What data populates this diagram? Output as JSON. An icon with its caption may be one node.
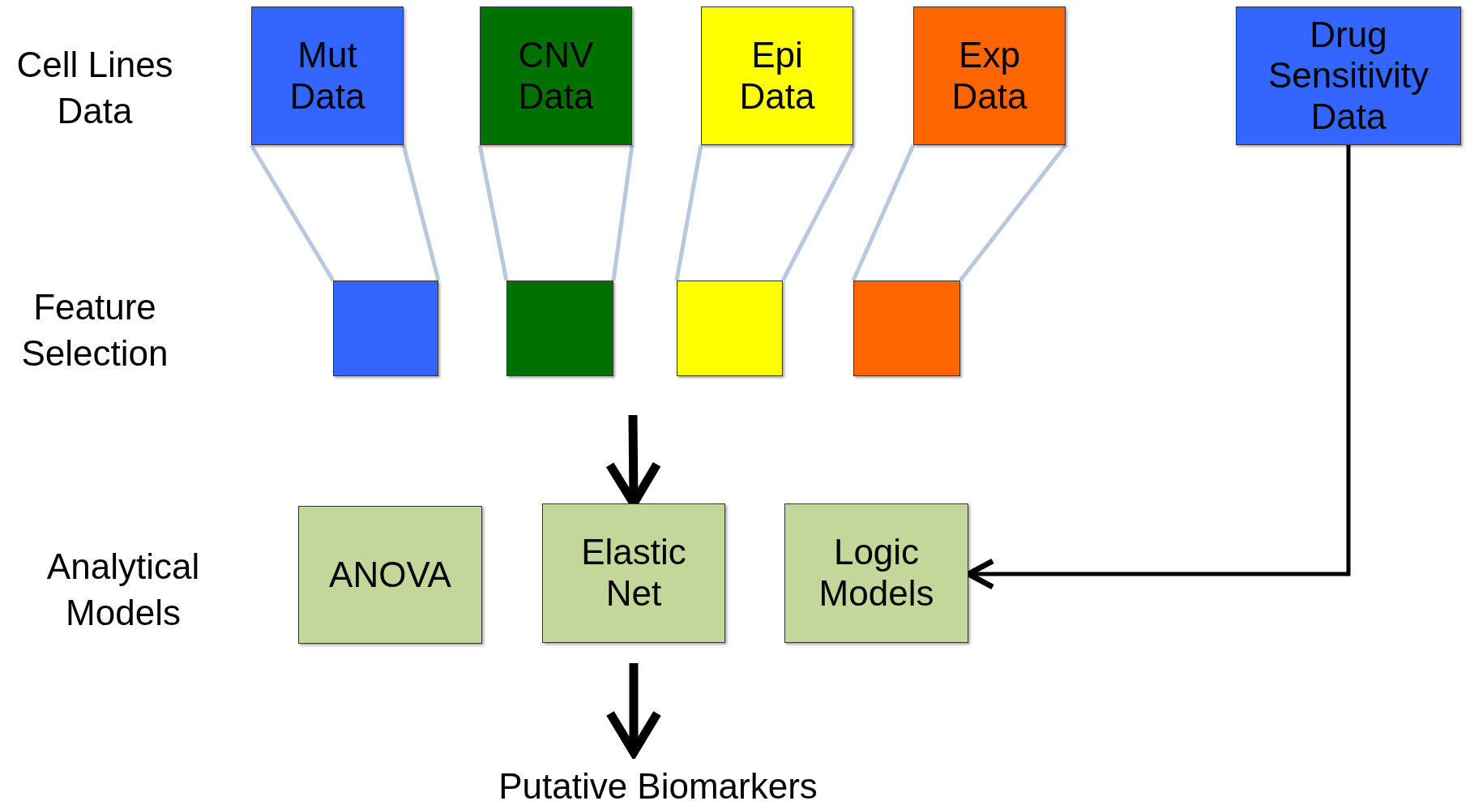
{
  "diagram": {
    "nodes": [
      {
        "text": [
          "Mut Data"
        ]
      },
      {
        "text": [
          "CNV Data"
        ]
      },
      {
        "text": [
          "Epi Data"
        ]
      },
      {
        "text": [
          "Exp Data"
        ]
      },
      {
        "text": [
          "Drug Sensitivity Data"
        ]
      },
      {
        "text": [],
        "shape": "box"
      },
      {
        "text": [],
        "shape": "box"
      },
      {
        "text": [],
        "shape": "box"
      },
      {
        "text": [],
        "shape": "box"
      },
      {
        "text": [
          "ANOVA"
        ]
      },
      {
        "text": [
          "Elastic Net"
        ]
      },
      {
        "text": [
          "Logic Models"
        ]
      },
      {
        "text": [
          "Putative Biomarkers"
        ]
      }
    ],
    "edges": [
      {
        "from": 0,
        "to": 5,
        "arrow": "none"
      },
      {
        "from": 0,
        "to": 5,
        "arrow": "none"
      },
      {
        "from": 1,
        "to": 6,
        "arrow": "none"
      },
      {
        "from": 1,
        "to": 6,
        "arrow": "none"
      },
      {
        "from": 2,
        "to": 7,
        "arrow": "none"
      },
      {
        "from": 2,
        "to": 7,
        "arrow": "none"
      },
      {
        "from": 3,
        "to": 8,
        "arrow": "none"
      },
      {
        "from": 3,
        "to": 8,
        "arrow": "none"
      },
      {
        "from": 4,
        "to": 11,
        "arrow": "to",
        "color": "#000000"
      },
      {
        "from": null,
        "to": 10,
        "arrow": "to",
        "style": "thick",
        "color": "#000000"
      },
      {
        "from": 10,
        "to": 12,
        "arrow": "to",
        "style": "thick",
        "color": "#000000"
      }
    ],
    "labels": [
      "Cell Lines Data",
      "Feature Selection",
      "Analytical Models"
    ]
  }
}
